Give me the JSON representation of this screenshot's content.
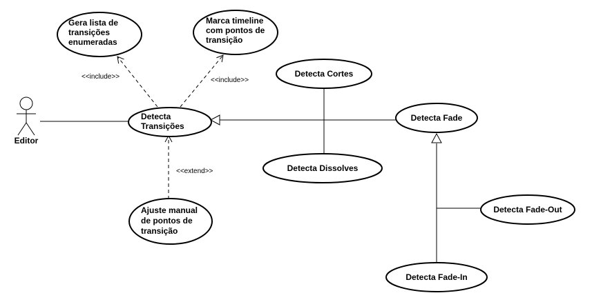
{
  "actor": {
    "label": "Editor"
  },
  "use_cases": {
    "detecta_transicoes": [
      "Detecta",
      "Transições"
    ],
    "gera_lista": [
      "Gera lista de",
      "transições",
      "enumeradas"
    ],
    "marca_timeline": [
      "Marca timeline",
      "com pontos de",
      "transição"
    ],
    "ajuste_manual": [
      "Ajuste manual",
      "de pontos de",
      "transição"
    ],
    "detecta_cortes": [
      "Detecta Cortes"
    ],
    "detecta_dissolves": [
      "Detecta Dissolves"
    ],
    "detecta_fade": [
      "Detecta Fade"
    ],
    "detecta_fade_out": [
      "Detecta Fade-Out"
    ],
    "detecta_fade_in": [
      "Detecta Fade-In"
    ]
  },
  "stereotypes": {
    "include_left": "<<include>>",
    "include_right": "<<include>>",
    "extend": "<<extend>>"
  }
}
